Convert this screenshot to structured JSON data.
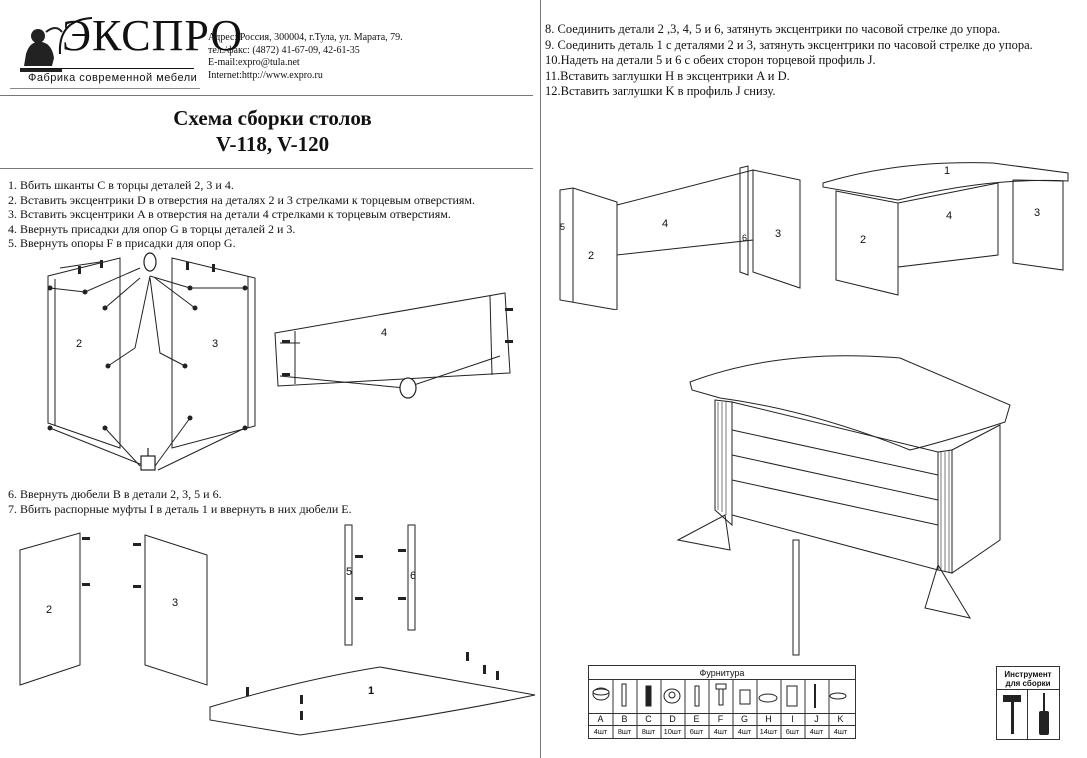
{
  "header": {
    "logo_text": "ЭКСПРО",
    "logo_subtitle": "Фабрика современной мебели",
    "address_lines": [
      "Адрес: Россия, 300004, г.Тула, ул. Марата, 79.",
      "тел./факс: (4872) 41-67-09, 42-61-35",
      "E-mail:expro@tula.net",
      "Internet:http://www.expro.ru"
    ]
  },
  "title": {
    "line1": "Схема сборки столов",
    "line2": "V-118, V-120"
  },
  "steps_a": [
    "1. Вбить шканты C в торцы деталей 2, 3 и 4.",
    "2. Вставить эксцентрики D в отверстия на деталях 2 и 3  стрелками к торцевым отверстиям.",
    "3. Вставить эксцентрики A в отверстия на детали 4  стрелками к торцевым отверстиям.",
    "4. Ввернуть присадки для опор G в торцы деталей 2 и 3.",
    "5. Ввернуть опоры F в присадки для опор G."
  ],
  "steps_b": [
    "6. Ввернуть дюбели B в детали  2, 3, 5 и 6.",
    "7. Вбить распорные муфты I в деталь 1 и ввернуть  в них дюбели E."
  ],
  "steps_c": [
    "8. Соединить детали  2 ,3, 4, 5 и 6, затянуть эксцентрики  по часовой стрелке до упора.",
    "9. Соединить деталь 1 с деталями 2 и  3, затянуть эксцентрики  по часовой стрелке до упора.",
    "10.Надеть на детали 5 и 6 с обеих сторон торцевой профиль J.",
    "11.Вставить заглушки H в эксцентрики A и D.",
    "12.Вставить заглушки K в профиль J снизу."
  ],
  "part_labels": {
    "p1": "1",
    "p2": "2",
    "p3": "3",
    "p4": "4",
    "p5": "5",
    "p6": "6"
  },
  "hardware": {
    "title": "Фурнитура",
    "items": [
      {
        "letter": "A",
        "qty": "4шт"
      },
      {
        "letter": "B",
        "qty": "8шт"
      },
      {
        "letter": "C",
        "qty": "8шт"
      },
      {
        "letter": "D",
        "qty": "10шт"
      },
      {
        "letter": "E",
        "qty": "6шт"
      },
      {
        "letter": "F",
        "qty": "4шт"
      },
      {
        "letter": "G",
        "qty": "4шт"
      },
      {
        "letter": "H",
        "qty": "14шт"
      },
      {
        "letter": "I",
        "qty": "6шт"
      },
      {
        "letter": "J",
        "qty": "4шт"
      },
      {
        "letter": "K",
        "qty": "4шт"
      }
    ]
  },
  "tools": {
    "title_line1": "Инструмент",
    "title_line2": "для сборки"
  }
}
